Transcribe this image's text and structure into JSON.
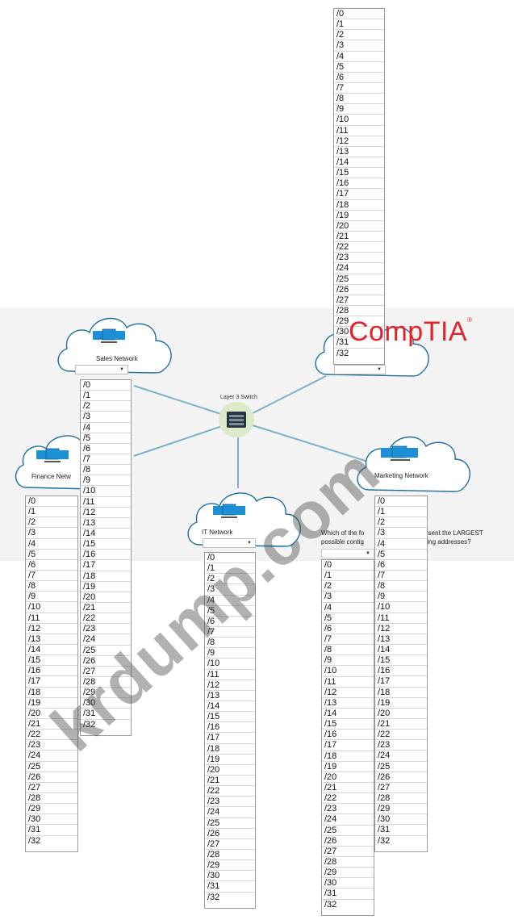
{
  "switch_label": "Layer 3 Switch",
  "networks": {
    "sales": "Sales Network",
    "finance": "Finance Netw",
    "it": "IT Network",
    "marketing": "Marketing Network"
  },
  "question": {
    "line1_left": "Which of the fo",
    "line1_right": "represent the LARGEST",
    "line2_left": "possible contig",
    "line2_right": "maining addresses?"
  },
  "brand": {
    "name": "CompTIA",
    "mark": "®"
  },
  "watermark": "krdump.com",
  "prefix_options": [
    "/0",
    "/1",
    "/2",
    "/3",
    "/4",
    "/5",
    "/6",
    "/7",
    "/8",
    "/9",
    "/10",
    "/11",
    "/12",
    "/13",
    "/14",
    "/15",
    "/16",
    "/17",
    "/18",
    "/19",
    "/20",
    "/21",
    "/22",
    "/23",
    "/24",
    "/25",
    "/26",
    "/27",
    "/28",
    "/29",
    "/30",
    "/31",
    "/32"
  ],
  "colors": {
    "link": "#7fb0c8",
    "cloud_stroke": "#1e6f9f",
    "monitor": "#1d8fd6",
    "brand": "#e3232c"
  }
}
